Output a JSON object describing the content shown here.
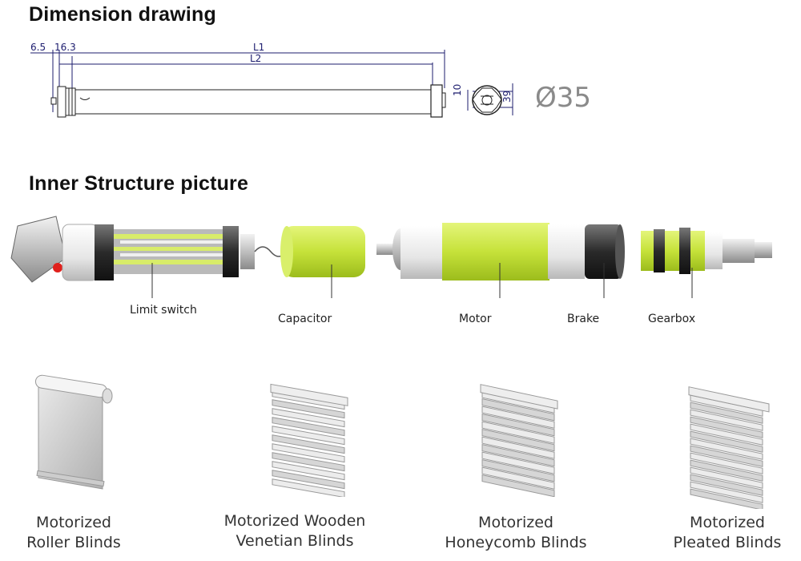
{
  "sections": {
    "dimension_title": "Dimension drawing",
    "structure_title": "Inner Structure picture"
  },
  "dimensions": {
    "d1": "6.5",
    "d2": "16.3",
    "l1": "L1",
    "l2": "L2",
    "h10": "10",
    "h39": "39",
    "diameter": "Ø35"
  },
  "parts": {
    "limit_switch": "Limit switch",
    "capacitor": "Capacitor",
    "motor": "Motor",
    "brake": "Brake",
    "gearbox": "Gearbox"
  },
  "blinds": [
    {
      "line1": "Motorized",
      "line2": "Roller Blinds"
    },
    {
      "line1": "Motorized Wooden",
      "line2": "Venetian Blinds"
    },
    {
      "line1": "Motorized",
      "line2": "Honeycomb Blinds"
    },
    {
      "line1": "Motorized",
      "line2": "Pleated Blinds"
    }
  ],
  "colors": {
    "accent_green": "#c6e23a",
    "dim_blue": "#1c1c6e"
  }
}
